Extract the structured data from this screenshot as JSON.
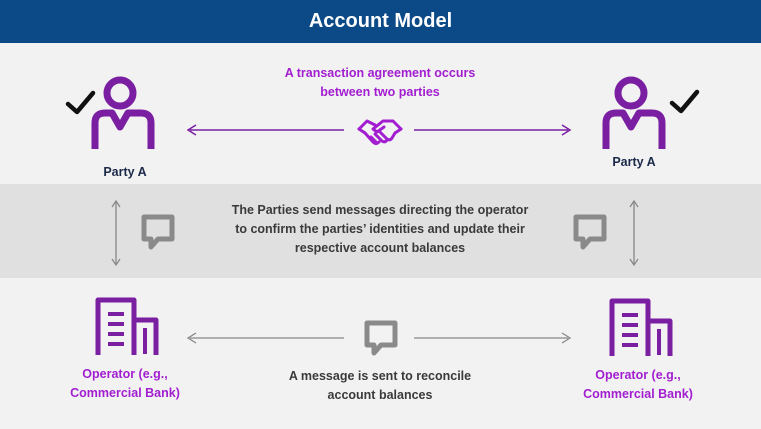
{
  "title": "Account Model",
  "top_message": [
    "A transaction agreement occurs",
    "between two parties"
  ],
  "party_left_label": "Party A",
  "party_right_label": "Party A",
  "middle_message": [
    "The Parties send messages directing the operator",
    "to confirm the parties’ identities and update their",
    "respective account balances"
  ],
  "bottom_message": [
    "A message is sent to reconcile",
    "account balances"
  ],
  "operator_left_label": [
    "Operator (e.g.,",
    "Commercial Bank)"
  ],
  "operator_right_label": [
    "Operator (e.g.,",
    "Commercial Bank)"
  ],
  "colors": {
    "header": "#0b4a87",
    "accent_purple": "#7a1fa2",
    "text_purple": "#a21ed0",
    "band": "#e0e0e0",
    "background": "#f2f2f2"
  },
  "icons": [
    "person-icon",
    "checkmark-icon",
    "handshake-icon",
    "speech-bubble-icon",
    "building-icon",
    "arrow"
  ]
}
